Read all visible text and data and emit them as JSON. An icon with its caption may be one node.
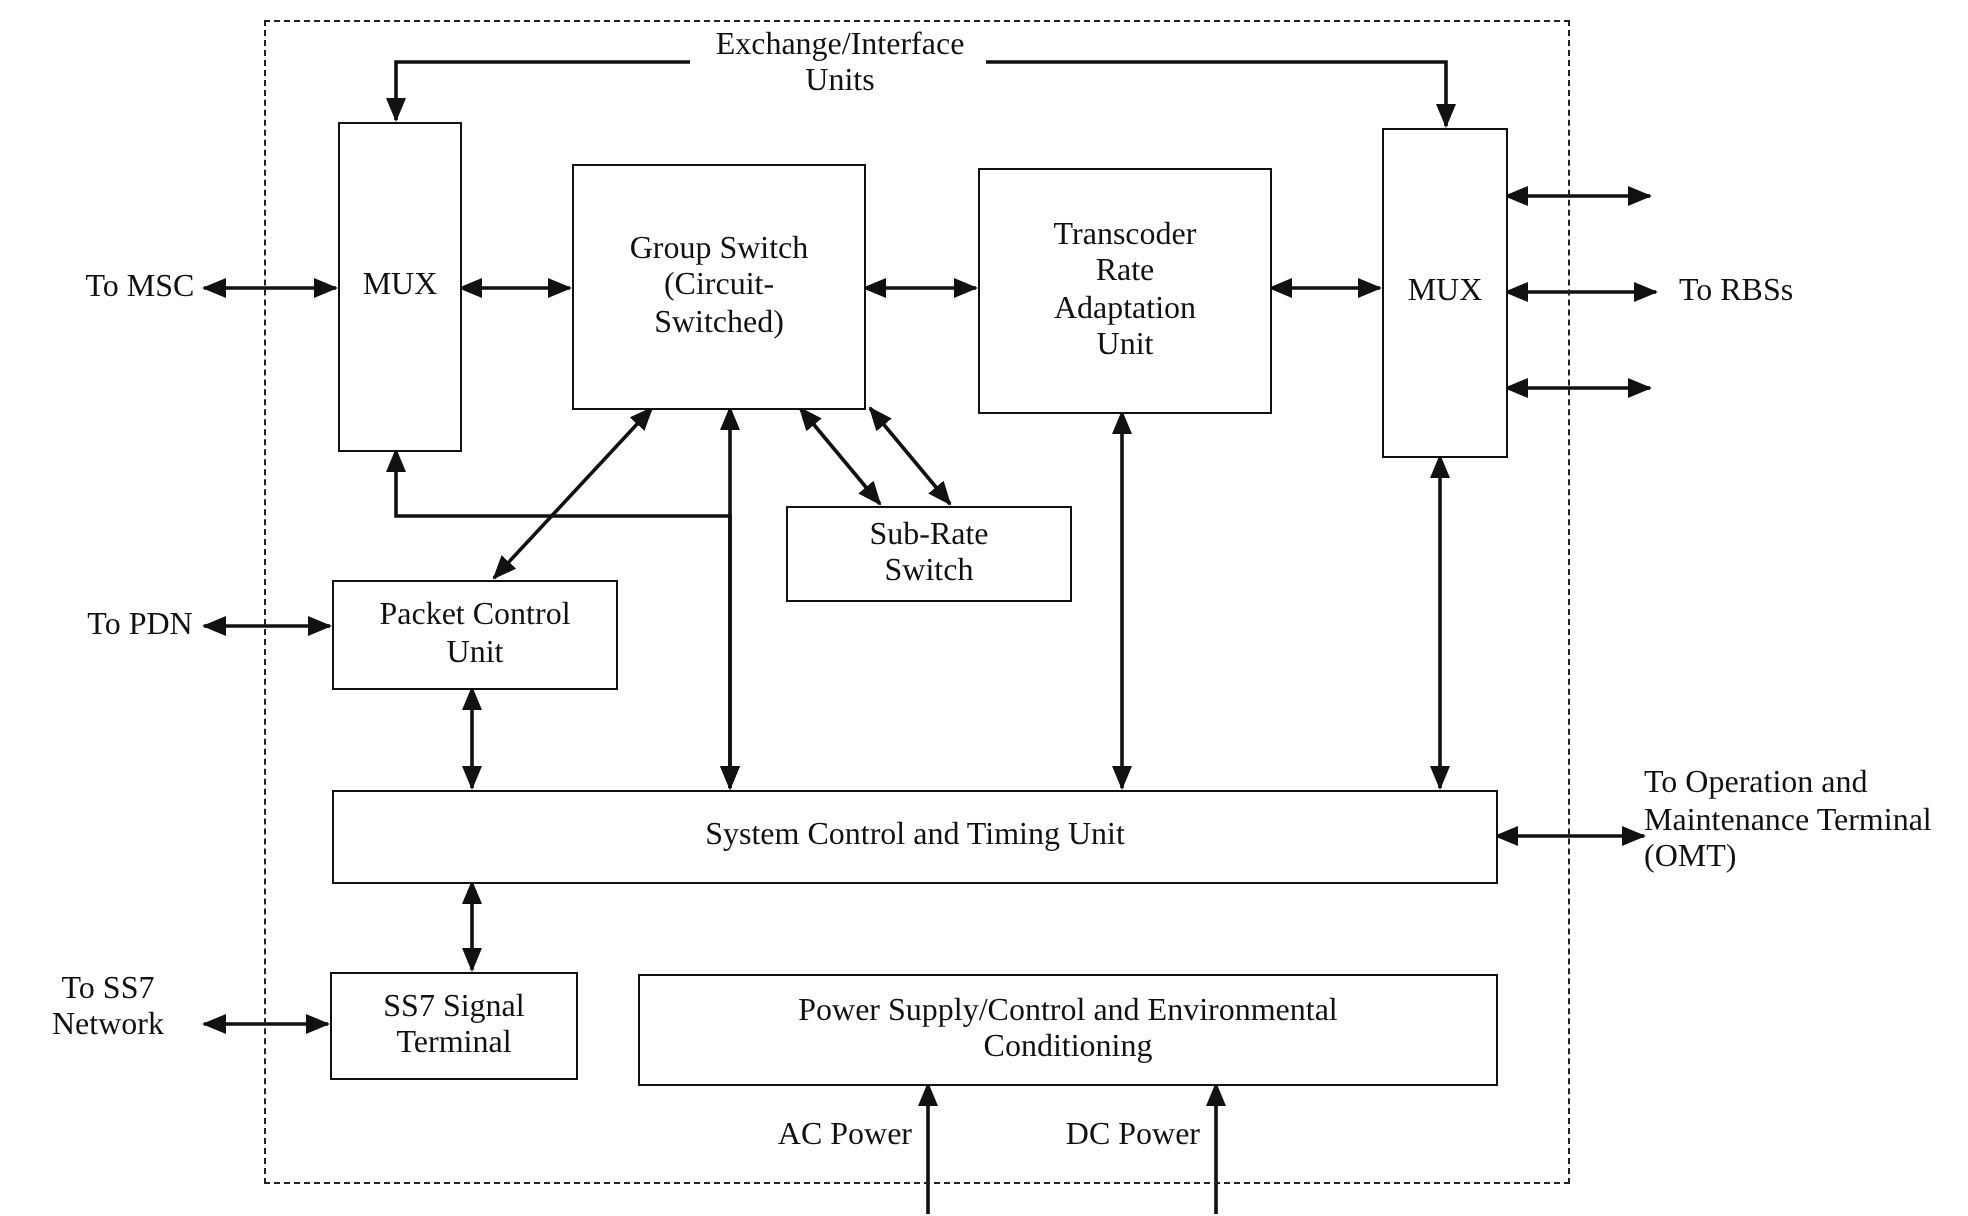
{
  "diagram": {
    "nodes": [
      {
        "text": [],
        "shape": "box"
      },
      {
        "text": [
          "Exchange/Interface Units"
        ],
        "in": 0
      },
      {
        "text": [
          "MUX"
        ],
        "in": 0
      },
      {
        "text": [
          "Group Switch (Circuit-Switched)"
        ],
        "in": 0
      },
      {
        "text": [
          "Transcoder Rate Adaptation Unit"
        ],
        "in": 0
      },
      {
        "text": [
          "MUX"
        ],
        "in": 0
      },
      {
        "text": [
          "Sub-Rate Switch"
        ],
        "in": 0
      },
      {
        "text": [
          "Packet Control Unit"
        ],
        "in": 0
      },
      {
        "text": [
          "System Control and Timing Unit"
        ],
        "in": 0
      },
      {
        "text": [
          "SS7 Signal Terminal"
        ],
        "in": 0
      },
      {
        "text": [
          "Power Supply/Control and Environmental Conditioning"
        ],
        "in": 0
      },
      {
        "text": [
          "To MSC"
        ]
      },
      {
        "text": [
          "To RBSs"
        ]
      },
      {
        "text": [
          "To PDN"
        ]
      },
      {
        "text": [
          "To Operation and Maintenance Terminal (OMT)"
        ]
      },
      {
        "text": [
          "To SS7 Network"
        ]
      }
    ],
    "edges": [
      {
        "from": 1,
        "to": 2,
        "arrow": "to"
      },
      {
        "from": 1,
        "to": 5,
        "arrow": "to"
      },
      {
        "from": 11,
        "to": 2,
        "arrow": "both"
      },
      {
        "from": 2,
        "to": 3,
        "arrow": "both"
      },
      {
        "from": 3,
        "to": 4,
        "arrow": "both"
      },
      {
        "from": 4,
        "to": 5,
        "arrow": "both"
      },
      {
        "from": 5,
        "to": 12,
        "arrow": "both"
      },
      {
        "from": 5,
        "to": null,
        "arrow": "both"
      },
      {
        "from": 5,
        "to": null,
        "arrow": "both"
      },
      {
        "from": 3,
        "to": 7,
        "arrow": "both"
      },
      {
        "from": 3,
        "to": 6,
        "arrow": "both"
      },
      {
        "from": 3,
        "to": 6,
        "arrow": "both"
      },
      {
        "from": 3,
        "to": 8,
        "arrow": "both"
      },
      {
        "from": 2,
        "to": 8,
        "arrow": "both"
      },
      {
        "from": 4,
        "to": 8,
        "arrow": "both"
      },
      {
        "from": 5,
        "to": 8,
        "arrow": "both"
      },
      {
        "from": 13,
        "to": 7,
        "arrow": "both"
      },
      {
        "from": 7,
        "to": 8,
        "arrow": "both"
      },
      {
        "from": 8,
        "to": 14,
        "arrow": "both"
      },
      {
        "from": 8,
        "to": 9,
        "arrow": "both"
      },
      {
        "from": 15,
        "to": 9,
        "arrow": "both"
      },
      {
        "from": null,
        "to": 10,
        "arrow": "to",
        "label": "AC Power"
      },
      {
        "from": null,
        "to": 10,
        "arrow": "to",
        "label": "DC Power"
      }
    ]
  }
}
